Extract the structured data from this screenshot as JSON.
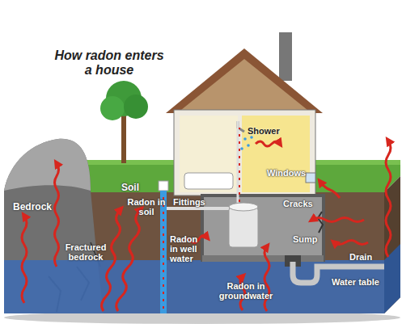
{
  "diagram": {
    "title": "How radon enters a house",
    "labels": [
      "Shower",
      "Windows",
      "Soil",
      "Bedrock",
      "Radon in soil",
      "Fittings",
      "Cracks",
      "Sump",
      "Drain",
      "Radon in well water",
      "Fractured bedrock",
      "Water table",
      "Radon in groundwater"
    ]
  }
}
